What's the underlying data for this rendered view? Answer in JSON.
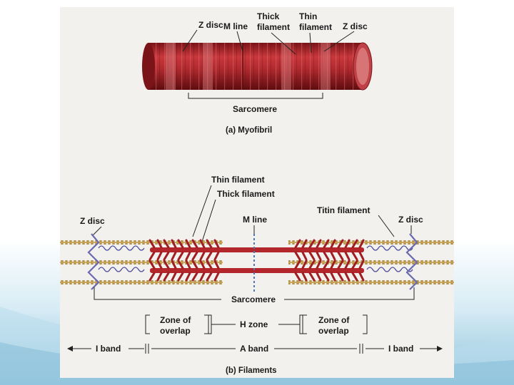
{
  "panel_a": {
    "labels": {
      "z_disc_left": "Z disc",
      "m_line": "M line",
      "thick_filament_1": "Thick",
      "thick_filament_2": "filament",
      "thin_filament_1": "Thin",
      "thin_filament_2": "filament",
      "z_disc_right": "Z disc",
      "sarcomere": "Sarcomere"
    },
    "caption": "(a) Myofibril"
  },
  "panel_b": {
    "labels": {
      "thin_filament": "Thin filament",
      "thick_filament": "Thick filament",
      "titin_filament": "Titin filament",
      "z_disc_left": "Z disc",
      "m_line": "M line",
      "z_disc_right": "Z disc",
      "sarcomere": "Sarcomere",
      "zone_overlap_left_1": "Zone of",
      "zone_overlap_left_2": "overlap",
      "h_zone": "H zone",
      "zone_overlap_right_1": "Zone of",
      "zone_overlap_right_2": "overlap",
      "i_band_left": "I band",
      "a_band": "A band",
      "i_band_right": "I band"
    },
    "caption": "(b) Filaments"
  },
  "colors": {
    "muscle_red": "#b3262b",
    "thin_gold": "#c9a24a",
    "titin_blue": "#4a4a9a",
    "slide_blue": "#8fc4dc"
  }
}
